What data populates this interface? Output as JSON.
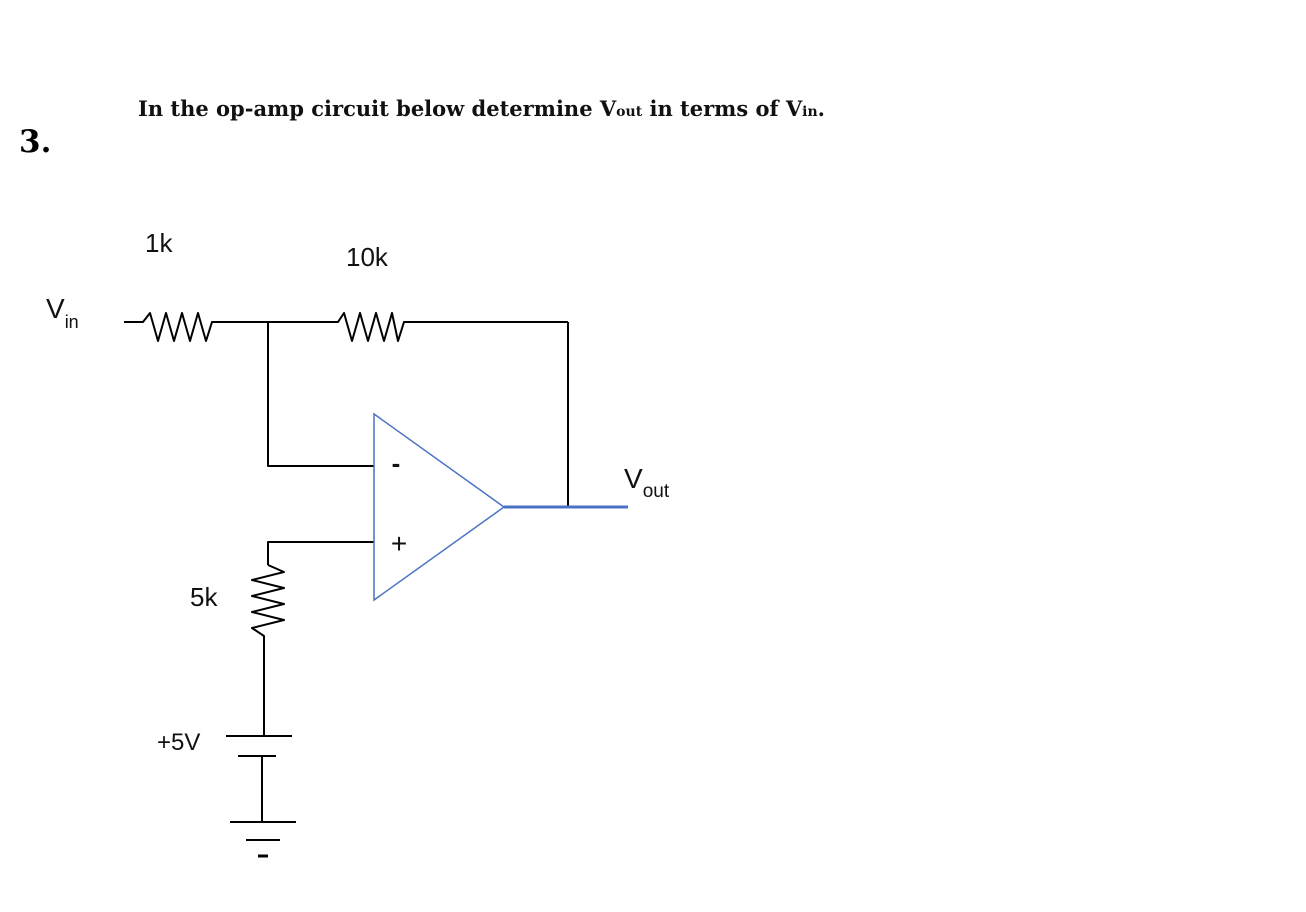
{
  "question": {
    "number": "3.",
    "prompt_before": "In the op-amp circuit below determine V",
    "prompt_sub1": "out",
    "prompt_middle": " in terms of  V",
    "prompt_sub2": "in",
    "prompt_end": "."
  },
  "circuit": {
    "input_label": {
      "base": "V",
      "sub": "in"
    },
    "output_label": {
      "base": "V",
      "sub": "out"
    },
    "r1_label": "1k",
    "rf_label": "10k",
    "r3_label": "5k",
    "supply_label": "+5V",
    "opamp_minus": "-",
    "opamp_plus": "+",
    "colors": {
      "wire": "#000000",
      "opamp_outline": "#4a72c4",
      "output_wire": "#4a72c4"
    }
  }
}
